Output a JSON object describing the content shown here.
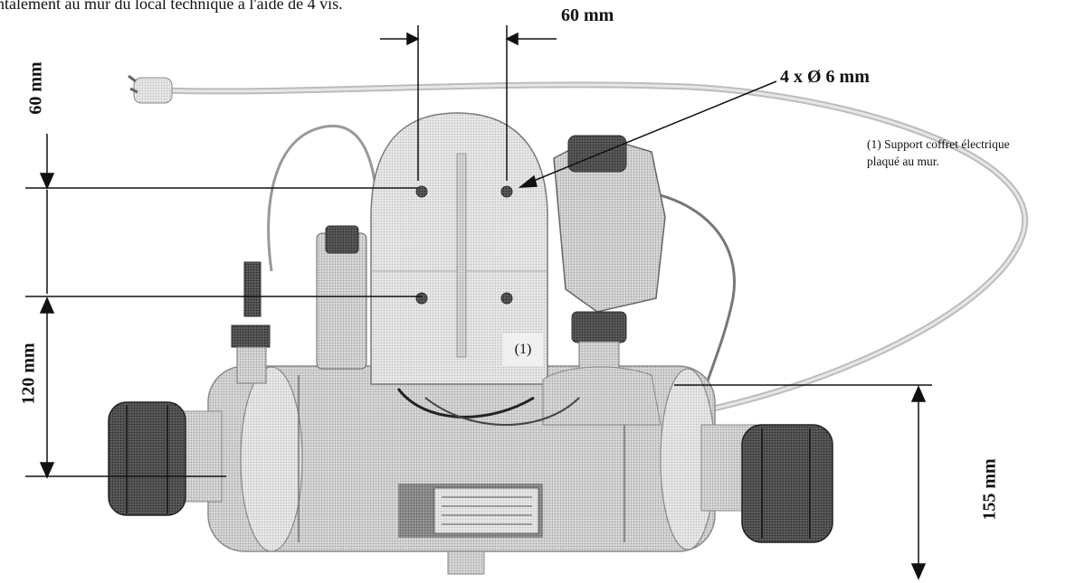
{
  "header_text": "ntalement au mur du local technique à l'aide de 4 vis.",
  "dimensions": {
    "top_spacing": "60 mm",
    "holes": "4 x Ø 6 mm",
    "left_upper": "60 mm",
    "left_lower": "120 mm",
    "right_height": "155 mm"
  },
  "callout": {
    "marker": "(1)",
    "note_line1": "(1) Support coffret électrique",
    "note_line2": "plaqué au mur."
  },
  "colors": {
    "ink": "#111111",
    "pipe": "#bdbdbd",
    "union": "#4a4a4a",
    "box": "#cfcfcf"
  }
}
